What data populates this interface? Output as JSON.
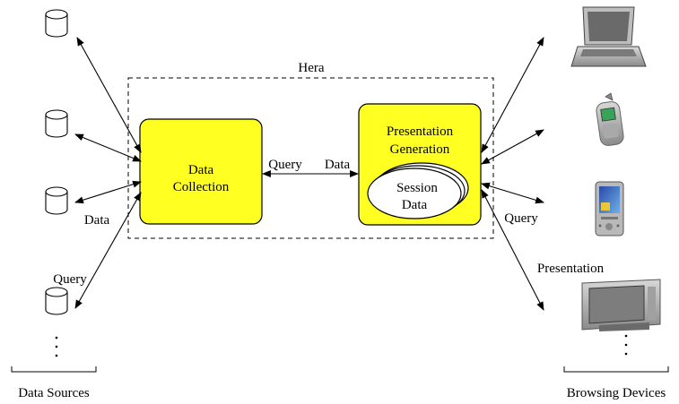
{
  "system_label": "Hera",
  "modules": {
    "data_collection": {
      "line1": "Data",
      "line2": "Collection"
    },
    "presentation_generation": {
      "line1": "Presentation",
      "line2": "Generation"
    },
    "session_data": {
      "line1": "Session",
      "line2": "Data"
    }
  },
  "edge_labels": {
    "left_query": "Query",
    "left_data": "Data",
    "center_query": "Query",
    "center_data": "Data",
    "right_query": "Query",
    "right_presentation": "Presentation"
  },
  "groups": {
    "data_sources": "Data Sources",
    "browsing_devices": "Browsing Devices"
  },
  "ellipsis": ".\n.\n.",
  "colors": {
    "module_fill": "#ffff22",
    "line": "#000000",
    "device_gray": "#9a9a9a"
  },
  "icons": {
    "source": "database-cylinder-icon",
    "laptop": "laptop-icon",
    "phone": "mobile-phone-icon",
    "pda": "pda-icon",
    "tv": "television-icon"
  }
}
